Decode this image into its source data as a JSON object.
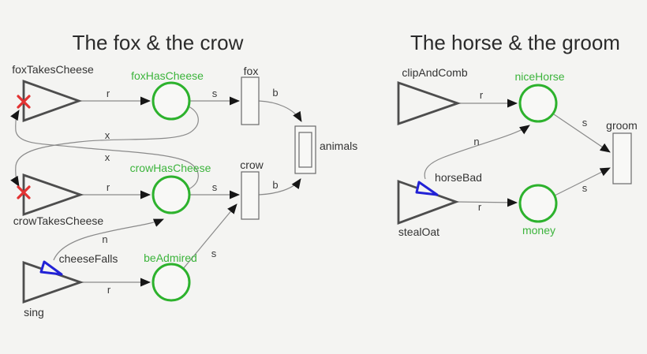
{
  "left": {
    "title": "The fox & the crow",
    "nodes": {
      "foxTakesCheese": "foxTakesCheese",
      "foxHasCheese": "foxHasCheese",
      "fox": "fox",
      "animals": "animals",
      "crowTakesCheese": "crowTakesCheese",
      "crowHasCheese": "crowHasCheese",
      "crow": "crow",
      "cheeseFalls": "cheeseFalls",
      "beAdmired": "beAdmired",
      "sing": "sing"
    },
    "edges": {
      "fox_r": "r",
      "fox_s": "s",
      "fox_b": "b",
      "x_upper": "x",
      "x_lower": "x",
      "crow_r": "r",
      "crow_s": "s",
      "crow_b": "b",
      "cheeseFalls_n": "n",
      "sing_r": "r",
      "beAdmired_s": "s"
    }
  },
  "right": {
    "title": "The horse & the groom",
    "nodes": {
      "clipAndComb": "clipAndComb",
      "niceHorse": "niceHorse",
      "groom": "groom",
      "horseBad": "horseBad",
      "stealOat": "stealOat",
      "money": "money"
    },
    "edges": {
      "clip_r": "r",
      "horse_s": "s",
      "horseBad_n": "n",
      "steal_r": "r",
      "money_s": "s"
    }
  },
  "colors": {
    "place_green": "#2db22d",
    "place_label_green": "#3cb43c",
    "cross_red": "#e23232",
    "subtransition_blue": "#2222d6",
    "background": "#f4f4f2"
  }
}
